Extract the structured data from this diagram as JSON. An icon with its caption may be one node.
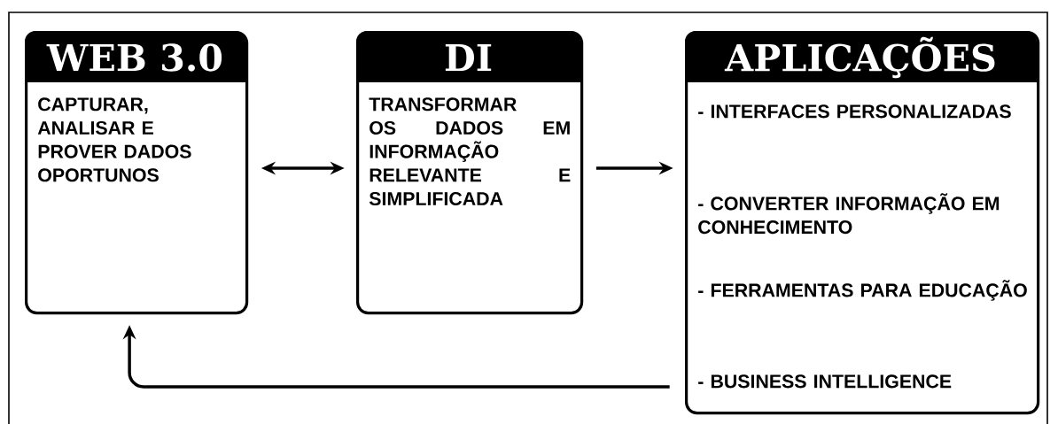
{
  "diagram": {
    "nodes": [
      {
        "text": [
          "WEB 3.0",
          "CAPTURAR, ANALISAR E PROVER DADOS OPORTUNOS"
        ]
      },
      {
        "text": [
          "DI",
          "TRANSFORMAR OS DADOS EM INFORMAÇÃO RELEVANTE E SIMPLIFICADA"
        ]
      },
      {
        "text": [
          "APLICAÇÕES",
          "- INTERFACES PERSONALIZADAS",
          "- CONVERTER INFORMAÇÃO EM CONHECIMENTO",
          "- FERRAMENTAS PARA EDUCAÇÃO",
          "- BUSINESS INTELLIGENCE"
        ]
      }
    ],
    "edges": [
      {
        "from": 0,
        "to": 1,
        "arrow": "both"
      },
      {
        "from": 1,
        "to": 2,
        "arrow": "to"
      },
      {
        "from": 2,
        "to": 0,
        "arrow": "to"
      }
    ]
  }
}
